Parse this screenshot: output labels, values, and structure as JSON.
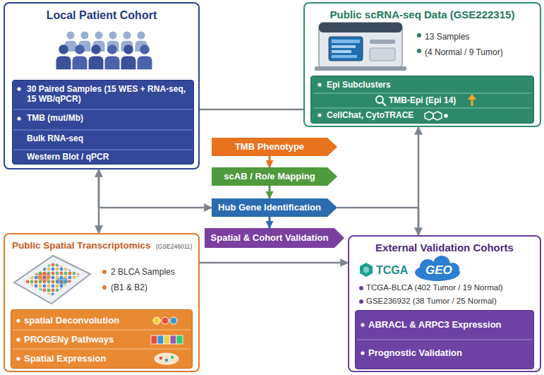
{
  "diagram": {
    "nodes": [
      {
        "text": [
          "Local Patient Cohort"
        ]
      },
      {
        "text": [
          "30 Paired Samples (15 WES + RNA-seq, 15 WB/qPCR)",
          "TMB (mut/Mb)",
          "Bulk RNA-seq",
          "Western Blot / qPCR"
        ],
        "in": 0
      },
      {
        "text": [
          "Public scRNA-seq Data (GSE222315)",
          "13 Samples",
          "(4 Normal / 9 Tumor)"
        ]
      },
      {
        "text": [
          "Epi Subclusters",
          "TMB-Epi (Epi 14)",
          "CellChat, CytoTRACE"
        ],
        "in": 2
      },
      {
        "text": [
          "TMB Phenotype"
        ]
      },
      {
        "text": [
          "scAB / Ro/e Mapping"
        ]
      },
      {
        "text": [
          "Hub Gene Identification"
        ]
      },
      {
        "text": [
          "Spatial & Cohort Validation"
        ]
      },
      {
        "text": [
          "Public Spatial Transcriptomics",
          "(GSE246011)",
          "2 BLCA Samples",
          "(B1 & B2)"
        ]
      },
      {
        "text": [
          "spatial Deconvolution",
          "PROGENy Pathways",
          "Spatial Expression"
        ],
        "in": 8
      },
      {
        "text": [
          "External Validation Cohorts",
          "TCGA-BLCA (402 Tumor / 19 Normal)",
          "GSE236932 (38 Tumor / 25 Normal)"
        ]
      },
      {
        "text": [
          "ABRACL & ARPC3 Expression",
          "Prognostic Validation"
        ],
        "in": 10
      }
    ],
    "edges": [
      {
        "from": 0,
        "to": 2,
        "arrow": "none"
      },
      {
        "from": 0,
        "to": 8,
        "arrow": "both"
      },
      {
        "from": 0,
        "to": 6,
        "arrow": "to"
      },
      {
        "from": 4,
        "to": 5,
        "arrow": "to"
      },
      {
        "from": 5,
        "to": 6,
        "arrow": "to"
      },
      {
        "from": 6,
        "to": 7,
        "arrow": "to"
      },
      {
        "from": 2,
        "to": 10,
        "arrow": "both"
      },
      {
        "from": 6,
        "to": 10,
        "arrow": "none"
      },
      {
        "from": 8,
        "to": 10,
        "arrow": "to"
      }
    ],
    "labels": [
      "TCGA",
      "GEO"
    ]
  }
}
